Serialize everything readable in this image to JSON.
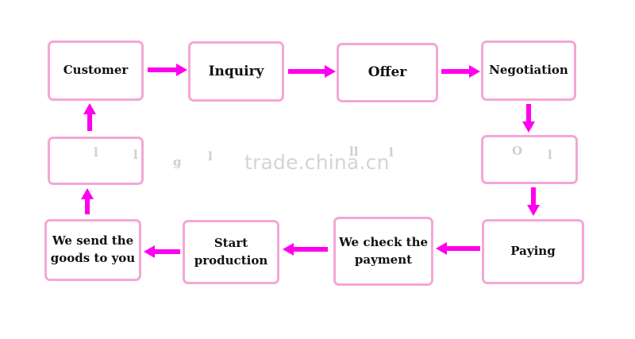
{
  "nodes": {
    "customer": "Customer",
    "inquiry": "Inquiry",
    "offer": "Offer",
    "negotiation": "Negotiation",
    "paying": "Paying",
    "check_payment": "We check the\npayment",
    "start_production": "Start\nproduction",
    "send_goods": "We send the\ngoods to you"
  },
  "watermark": "trade.china.cn",
  "colors": {
    "box_border": "#f4a6d8",
    "arrow": "#ff00ee"
  }
}
